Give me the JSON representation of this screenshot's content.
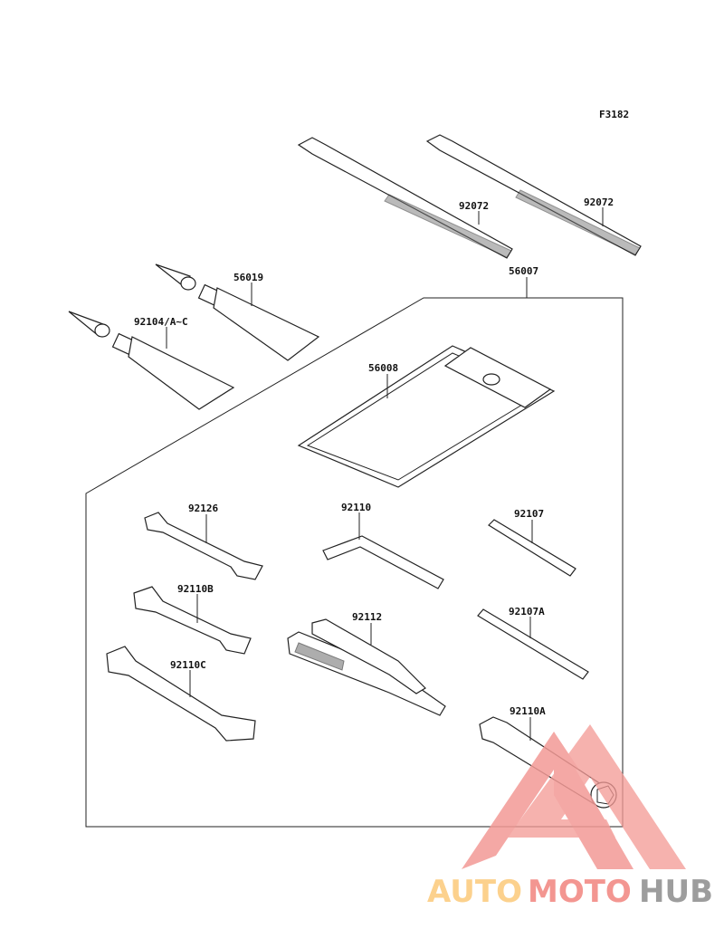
{
  "figure_code": "F3182",
  "parts": {
    "cable_tie_1": "92072",
    "cable_tie_2": "92072",
    "tool_kit": "56007",
    "grease_tube": "56019",
    "grease_tube_set": "92104/A~C",
    "tool_bag": "56008",
    "wrench_1": "92126",
    "hex_key": "92110",
    "screwdriver_bit": "92107",
    "wrench_2": "92110B",
    "pliers": "92112",
    "screwdriver_bit_2": "92107A",
    "wrench_3": "92110C",
    "socket_wrench": "92110A"
  },
  "watermark": {
    "auto": "AUTO",
    "moto": "MOTO",
    "hub": "HUB",
    "colors": {
      "auto": "#fcc97a",
      "moto": "#f2847e",
      "hub": "#8c8c8c",
      "triangle": "#f39a96"
    }
  }
}
